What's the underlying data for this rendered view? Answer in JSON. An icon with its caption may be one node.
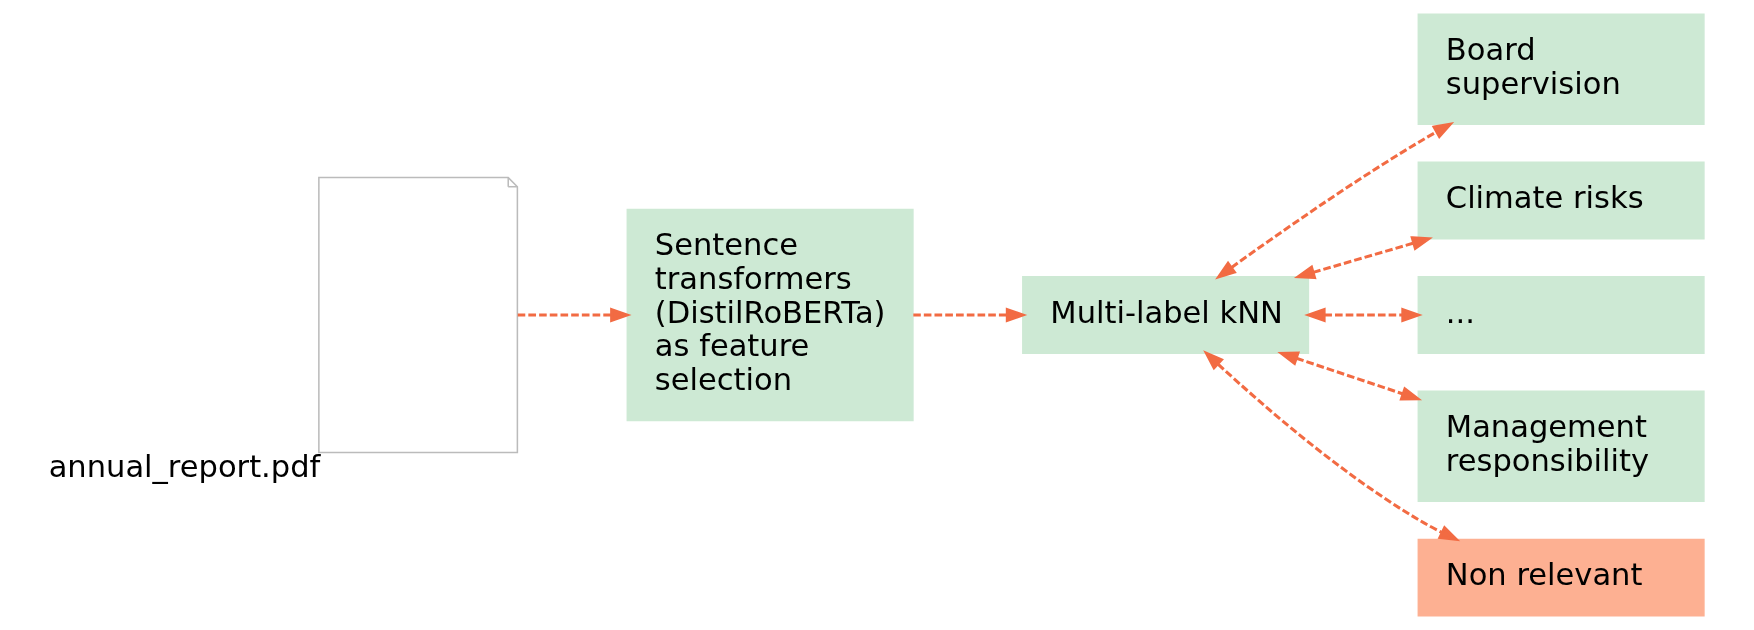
{
  "diagram": {
    "nodes": [
      {
        "text": [],
        "shape": "picture",
        "beside": [
          "annual_report.pdf"
        ]
      },
      {
        "text": [
          "Sentence transformers (DistilRoBERTa) as feature selection"
        ]
      },
      {
        "text": [
          "Multi-label kNN"
        ]
      },
      {
        "text": [
          "Board supervision"
        ]
      },
      {
        "text": [
          "Climate risks"
        ]
      },
      {
        "text": [
          "..."
        ]
      },
      {
        "text": [
          "Management responsibility"
        ]
      },
      {
        "text": [
          "Non relevant"
        ]
      }
    ],
    "edges": [
      {
        "from": 0,
        "to": 1,
        "arrow": "to",
        "style": "dashed"
      },
      {
        "from": 1,
        "to": 2,
        "arrow": "to",
        "style": "dashed"
      },
      {
        "from": 2,
        "to": 3,
        "arrow": "both",
        "style": "dashed"
      },
      {
        "from": 2,
        "to": 4,
        "arrow": "both",
        "style": "dashed"
      },
      {
        "from": 2,
        "to": 5,
        "arrow": "both",
        "style": "dashed"
      },
      {
        "from": 2,
        "to": 6,
        "arrow": "both",
        "style": "dashed"
      },
      {
        "from": 2,
        "to": 7,
        "arrow": "both",
        "style": "dashed"
      }
    ]
  }
}
